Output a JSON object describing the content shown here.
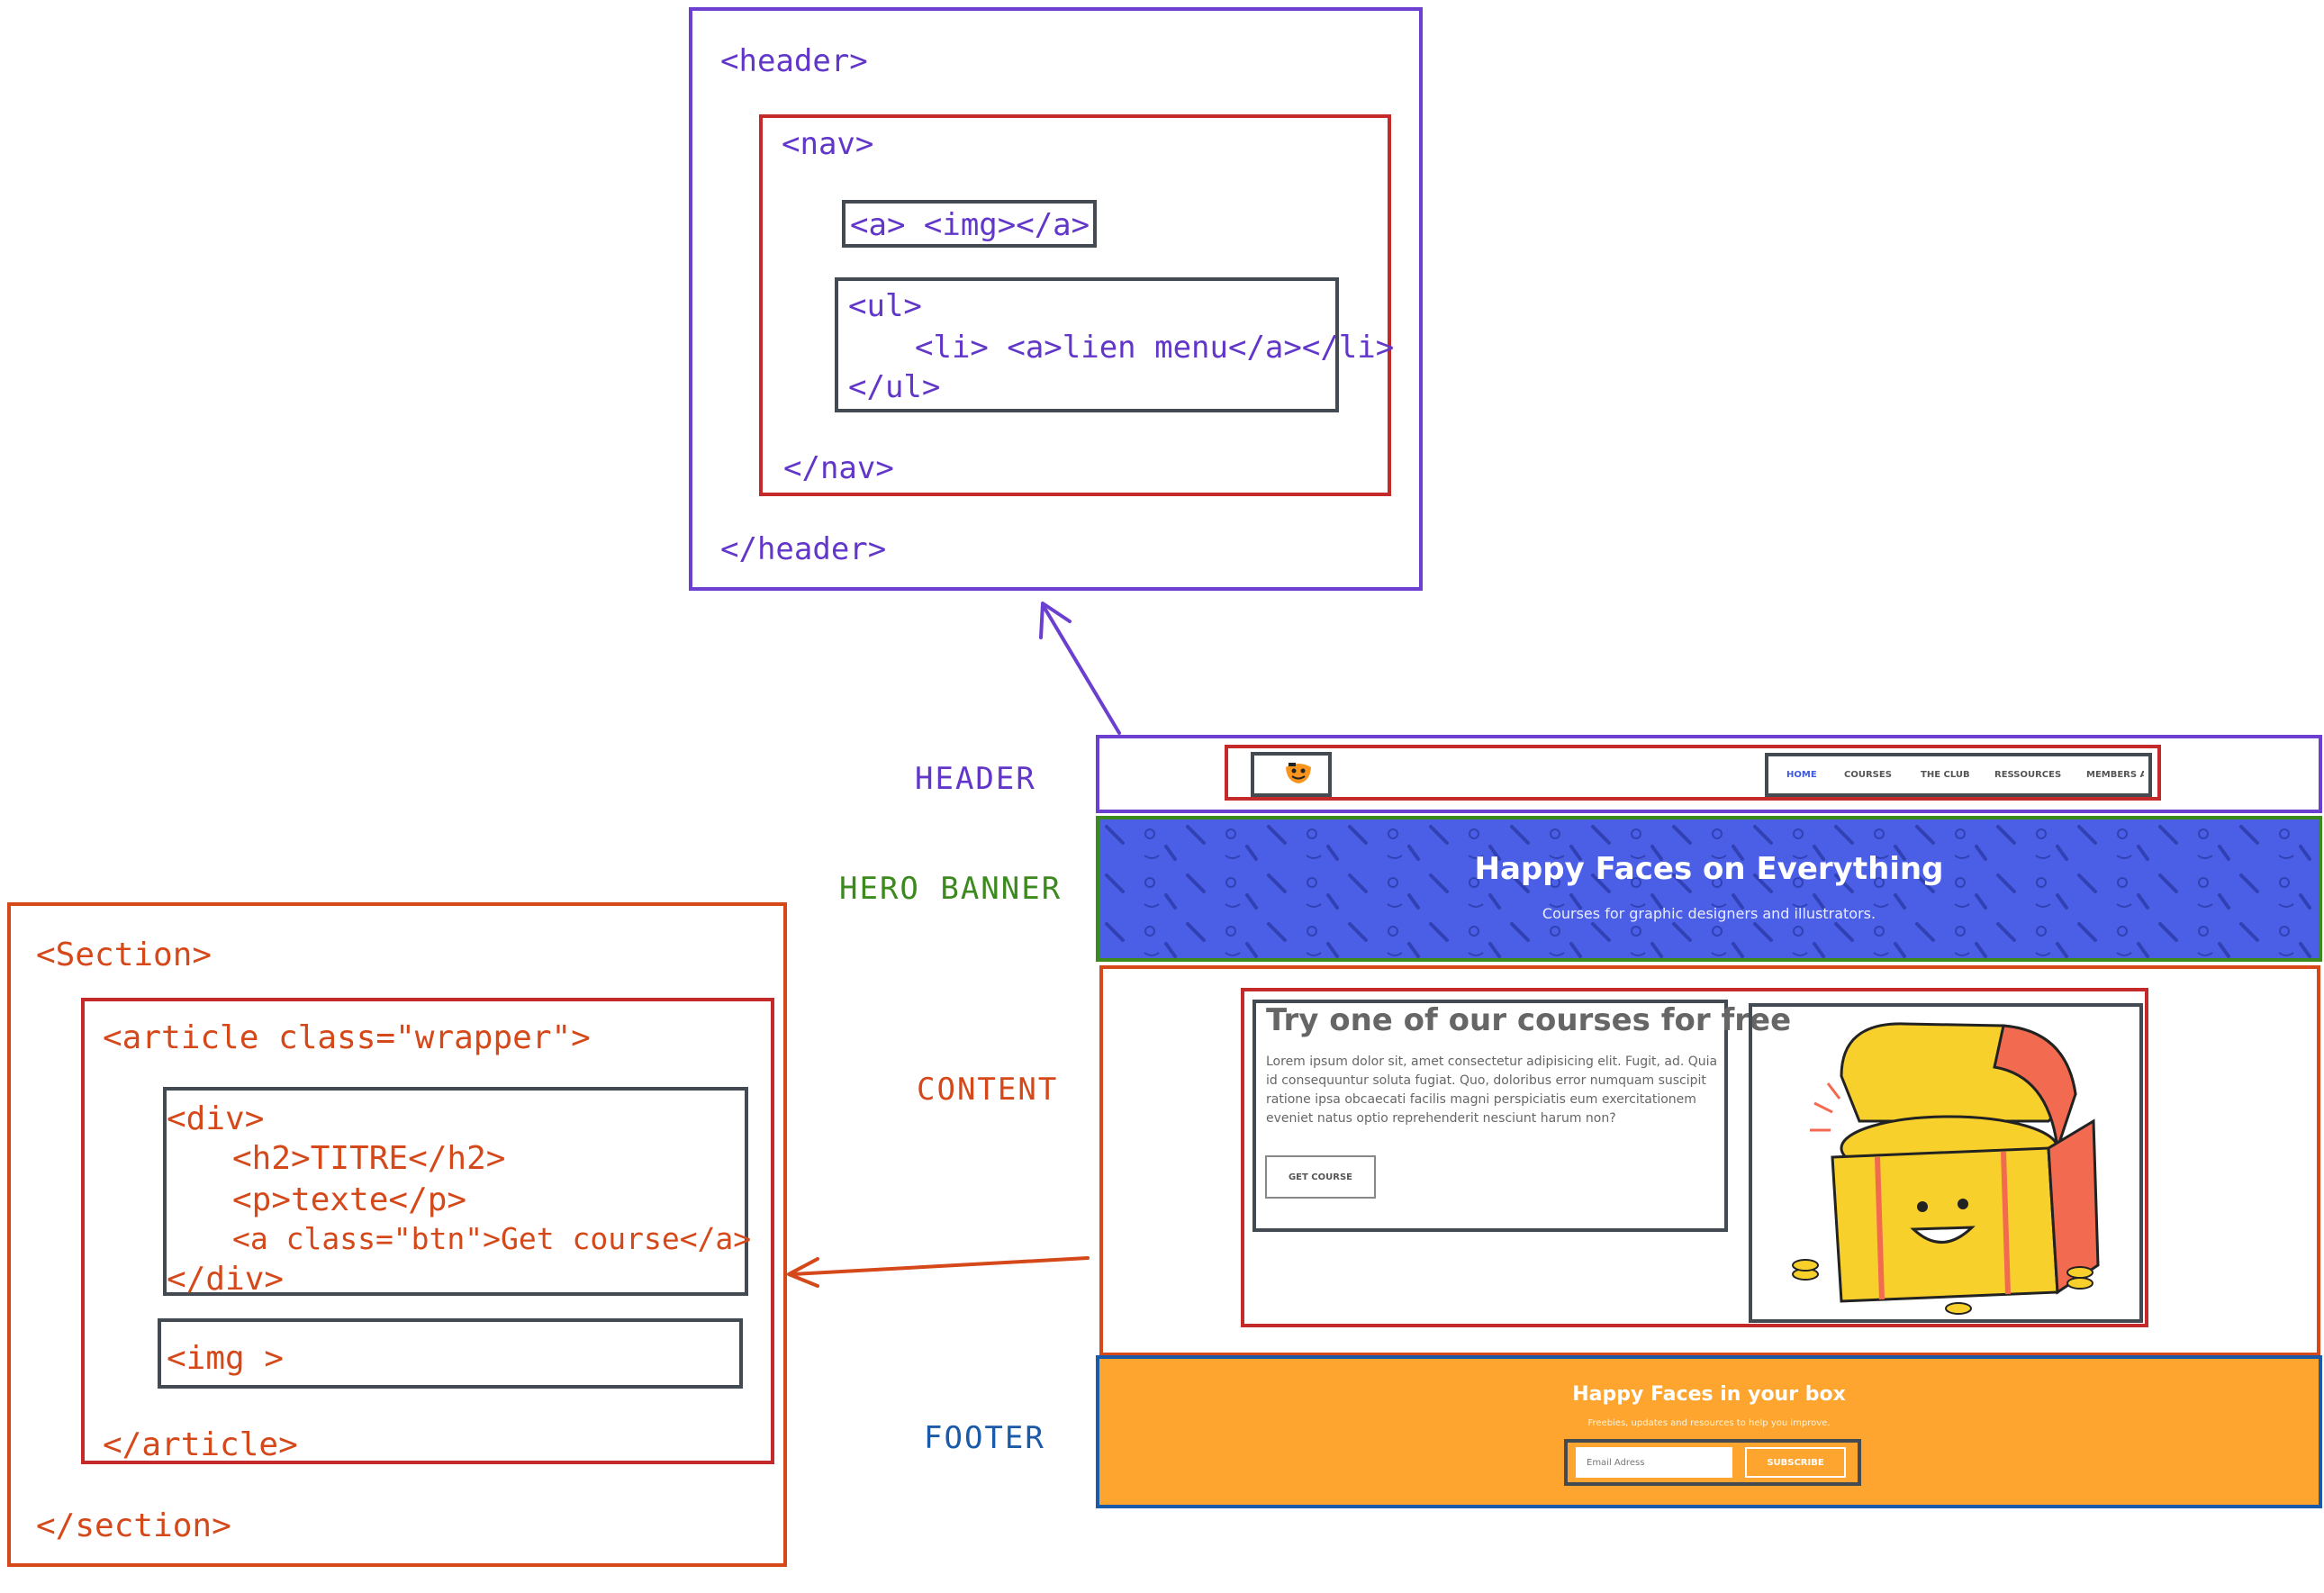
{
  "header_annotation": {
    "lines": [
      "<header>",
      "<nav>",
      "<a> <img></a>",
      "<ul>",
      "<li> <a>lien menu</a></li>",
      "</ul>",
      "</nav>",
      "</header>"
    ]
  },
  "section_annotation": {
    "lines": [
      "<Section>",
      "<article class=\"wrapper\">",
      "<div>",
      "<h2>TITRE</h2>",
      "<p>texte</p>",
      "<a class=\"btn\">Get course</a>",
      "</div>",
      "<img >",
      "</article>",
      "</section>"
    ]
  },
  "labels": {
    "header": "HEADER",
    "hero": "HERO BANNER",
    "content": "CONTENT",
    "footer": "FOOTER"
  },
  "mockup": {
    "nav": [
      "HOME",
      "COURSES",
      "THE CLUB",
      "RESSOURCES",
      "MEMBERS AREA"
    ],
    "hero_title": "Happy Faces on Everything",
    "hero_subtitle": "Courses for graphic designers and illustrators.",
    "content_title": "Try one of our courses for free",
    "content_body": "Lorem ipsum dolor sit, amet consectetur adipisicing elit. Fugit, ad. Quia id consequuntur soluta fugiat. Quo, doloribus error numquam suscipit ratione ipsa obcaecati facilis magni perspiciatis eum exercitationem eveniet natus optio reprehenderit nesciunt harum non?",
    "content_button": "GET COURSE",
    "footer_title": "Happy Faces in your box",
    "footer_subtitle": "Freebies, updates and resources to help you improve.",
    "footer_placeholder": "Email Adress",
    "footer_button": "SUBSCRIBE"
  },
  "colors": {
    "header_frame": "#6b3fd0",
    "nav_frame": "#c52a2a",
    "inner_box": "#444a52",
    "section_orange": "#d4481a",
    "hero_green": "#3c8a1e",
    "footer_blue": "#1a5aa8",
    "hero_bg": "#4a5ee6",
    "footer_bg": "#fda52e"
  }
}
